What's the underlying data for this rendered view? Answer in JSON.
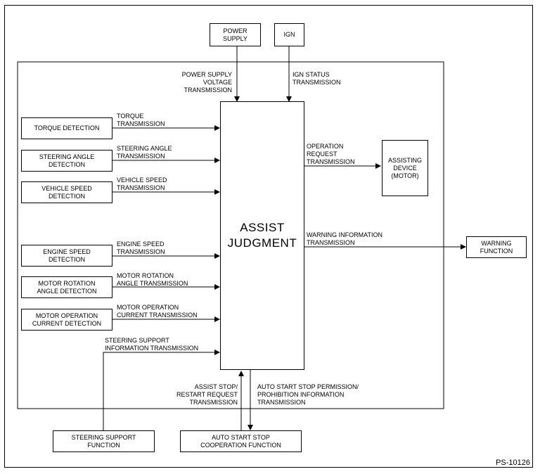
{
  "boxes": {
    "power_supply": "POWER\nSUPPLY",
    "ign": "IGN",
    "torque_detection": "TORQUE DETECTION",
    "steering_angle_detection": "STEERING ANGLE\nDETECTION",
    "vehicle_speed_detection": "VEHICLE SPEED\nDETECTION",
    "engine_speed_detection": "ENGINE SPEED\nDETECTION",
    "motor_rotation_angle_detection": "MOTOR ROTATION\nANGLE DETECTION",
    "motor_operation_current_detection": "MOTOR OPERATION\nCURRENT DETECTION",
    "assist_judgment": "ASSIST\nJUDGMENT",
    "assisting_device": "ASSISTING\nDEVICE\n(MOTOR)",
    "warning_function": "WARNING\nFUNCTION",
    "steering_support_function": "STEERING SUPPORT\nFUNCTION",
    "auto_start_stop_cooperation_function": "AUTO START STOP\nCOOPERATION FUNCTION"
  },
  "labels": {
    "power_supply_voltage": "POWER SUPPLY VOLTAGE\nTRANSMISSION",
    "ign_status": "IGN STATUS\nTRANSMISSION",
    "torque": "TORQUE\nTRANSMISSION",
    "steering_angle": "STEERING ANGLE\nTRANSMISSION",
    "vehicle_speed": "VEHICLE SPEED\nTRANSMISSION",
    "engine_speed": "ENGINE SPEED\nTRANSMISSION",
    "motor_rotation_angle": "MOTOR ROTATION\nANGLE TRANSMISSION",
    "motor_operation_current": "MOTOR OPERATION\nCURRENT TRANSMISSION",
    "steering_support_information": "STEERING SUPPORT\nINFORMATION TRANSMISSION",
    "operation_request": "OPERATION\nREQUEST\nTRANSMISSION",
    "warning_information": "WARNING INFORMATION\nTRANSMISSION",
    "assist_stop_restart": "ASSIST STOP/\nRESTART REQUEST\nTRANSMISSION",
    "auto_start_stop_permission": "AUTO START STOP PERMISSION/\nPROHIBITION INFORMATION\nTRANSMISSION"
  },
  "figure_code": "PS-10126"
}
